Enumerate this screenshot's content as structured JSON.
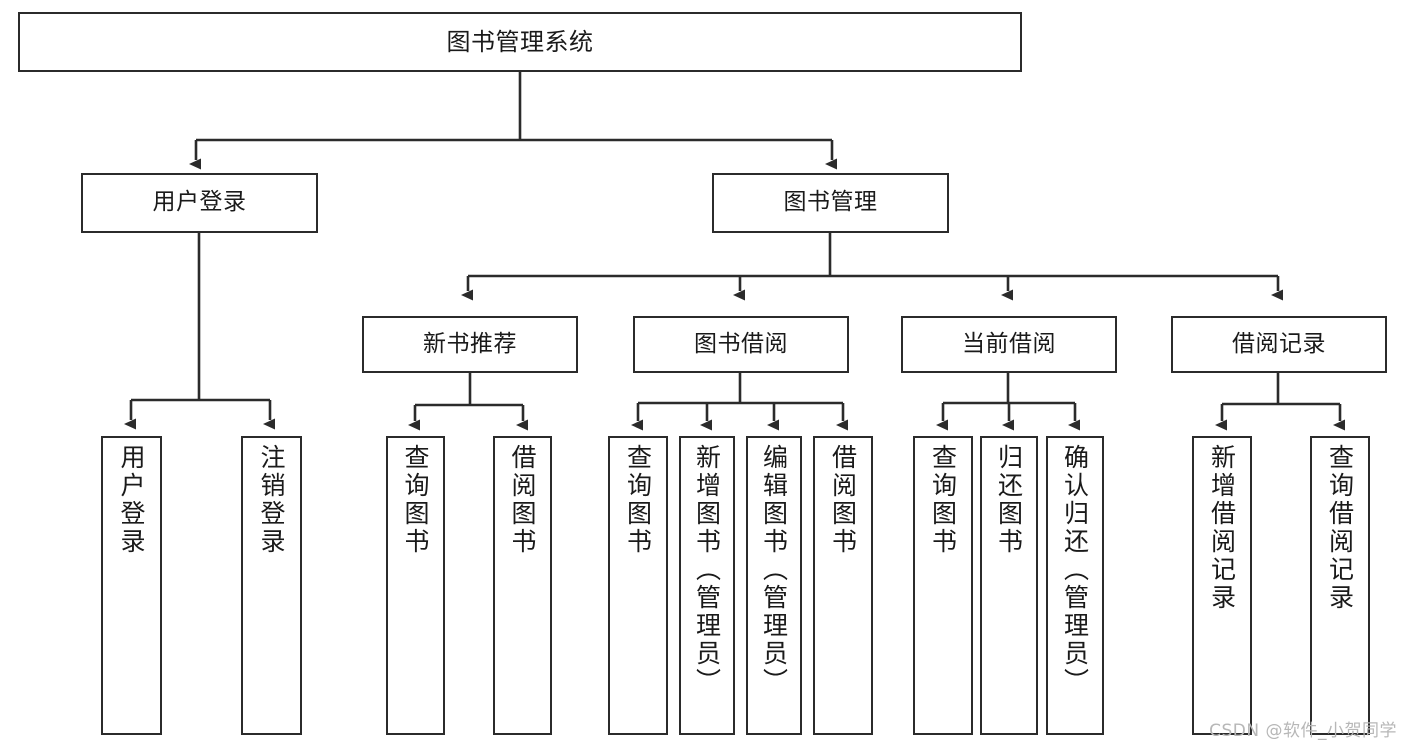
{
  "diagram": {
    "title": "图书管理系统",
    "type": "hierarchy-tree",
    "watermark": "CSDN @软件_小贺同学",
    "nodes": {
      "root": {
        "label": "图书管理系统"
      },
      "level1": [
        {
          "id": "user-login",
          "label": "用户登录"
        },
        {
          "id": "book-manage",
          "label": "图书管理"
        }
      ],
      "level2": [
        {
          "id": "new-book-recommend",
          "label": "新书推荐"
        },
        {
          "id": "book-borrow",
          "label": "图书借阅"
        },
        {
          "id": "current-borrow",
          "label": "当前借阅"
        },
        {
          "id": "borrow-record",
          "label": "借阅记录"
        }
      ],
      "leaves": {
        "user_login": [
          {
            "id": "leaf-user-login",
            "label": "用户登录"
          },
          {
            "id": "leaf-logout-login",
            "label": "注销登录"
          }
        ],
        "new_book_recommend": [
          {
            "id": "leaf-query-book-1",
            "label": "查询图书"
          },
          {
            "id": "leaf-borrow-book-1",
            "label": "借阅图书"
          }
        ],
        "book_borrow": [
          {
            "id": "leaf-query-book-2",
            "label": "查询图书"
          },
          {
            "id": "leaf-add-book",
            "label": "新增图书（管理员）"
          },
          {
            "id": "leaf-edit-book",
            "label": "编辑图书（管理员）"
          },
          {
            "id": "leaf-borrow-book-2",
            "label": "借阅图书"
          }
        ],
        "current_borrow": [
          {
            "id": "leaf-query-book-3",
            "label": "查询图书"
          },
          {
            "id": "leaf-return-book",
            "label": "归还图书"
          },
          {
            "id": "leaf-confirm-return",
            "label": "确认归还（管理员）"
          }
        ],
        "borrow_record": [
          {
            "id": "leaf-add-record",
            "label": "新增借阅记录"
          },
          {
            "id": "leaf-query-record",
            "label": "查询借阅记录"
          }
        ]
      }
    },
    "colors": {
      "border": "#2b2b2b",
      "background": "#ffffff",
      "text": "#1a1a1a",
      "watermark": "#b7b7b7"
    }
  }
}
